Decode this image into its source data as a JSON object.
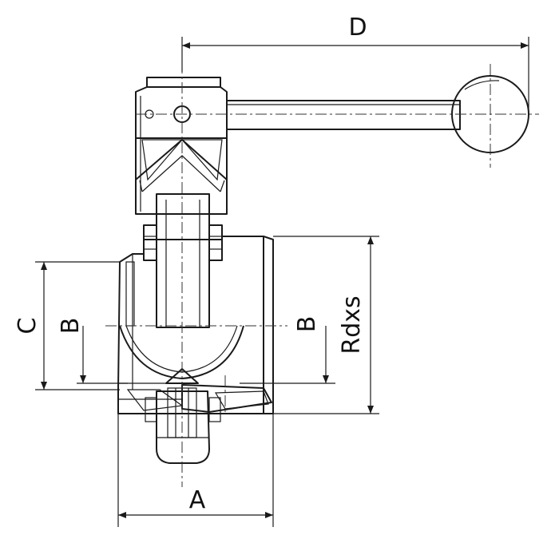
{
  "dimension_labels": {
    "a": "A",
    "b_left": "B",
    "b_right": "B",
    "c": "C",
    "d": "D",
    "rdxs": "Rdxs"
  },
  "colors": {
    "line": "#1a1a1a",
    "fill_light": "#f2f2f2",
    "fill_grey": "#d6d6d6",
    "fill_dark": "#9a9a9a"
  }
}
